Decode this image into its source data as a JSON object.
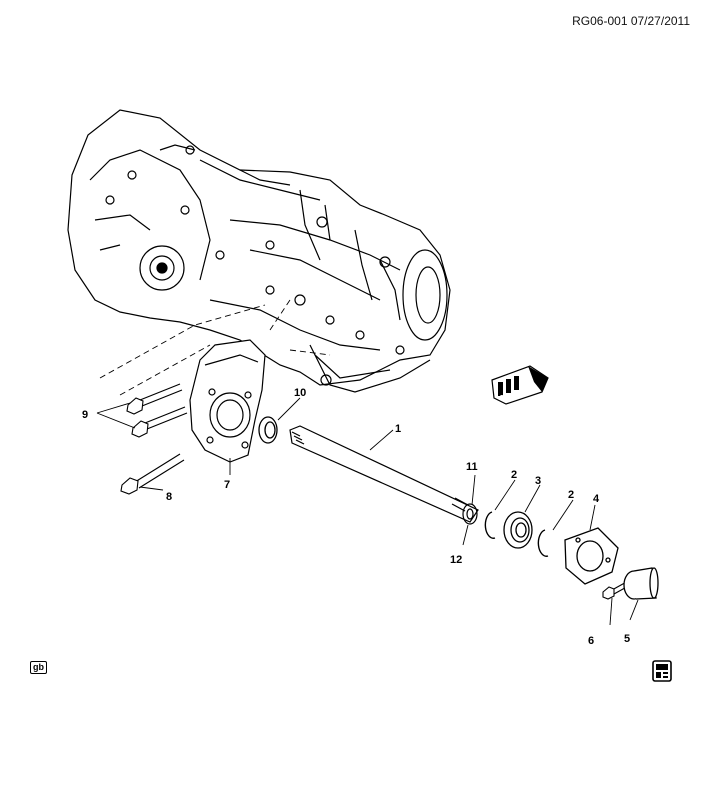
{
  "header": {
    "code": "RG06-001 07/27/2011"
  },
  "callouts": {
    "c1": "1",
    "c2a": "2",
    "c2b": "2",
    "c3": "3",
    "c4": "4",
    "c5": "5",
    "c6": "6",
    "c7": "7",
    "c8": "8",
    "c9": "9",
    "c10": "10",
    "c11": "11",
    "c12": "12"
  },
  "frt_badge": "FRT",
  "gb_badge": "gb",
  "icons": {
    "front": "arrow-front-icon",
    "book": "manual-book-icon"
  },
  "colors": {
    "line": "#000000",
    "background": "#ffffff"
  }
}
